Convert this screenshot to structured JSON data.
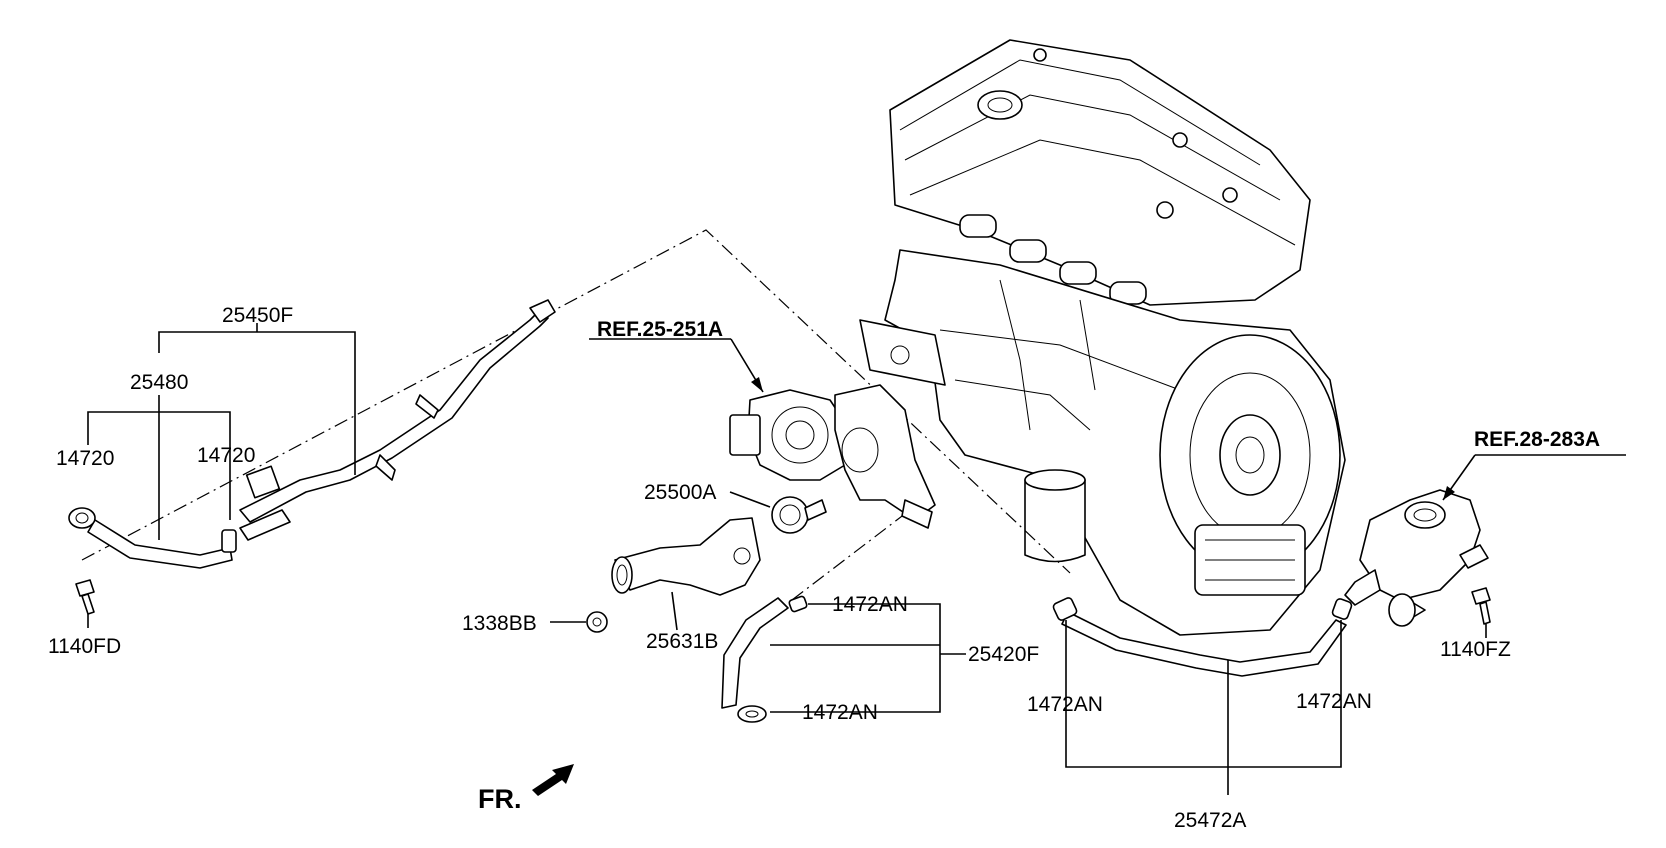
{
  "labels": {
    "p25450F": "25450F",
    "p25480": "25480",
    "p14720_left": "14720",
    "p14720_right": "14720",
    "p1140FD": "1140FD",
    "ref_25_251A": "REF.25-251A",
    "p25500A": "25500A",
    "p1338BB": "1338BB",
    "p25631B": "25631B",
    "p1472AN_a": "1472AN",
    "p1472AN_b": "1472AN",
    "p25420F": "25420F",
    "p1472AN_c": "1472AN",
    "p1472AN_d": "1472AN",
    "p25472A": "25472A",
    "ref_28_283A": "REF.28-283A",
    "p1140FZ": "1140FZ",
    "front": "FR."
  },
  "colors": {
    "line": "#000000",
    "background": "#ffffff"
  }
}
